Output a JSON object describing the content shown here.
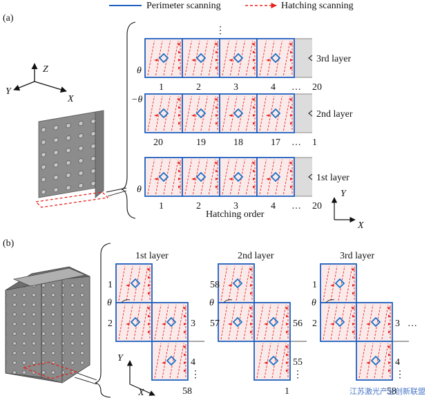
{
  "legend": {
    "perimeter": "Perimeter scanning",
    "hatching": "Hatching scanning"
  },
  "panel_a": {
    "label": "(a)",
    "axes3d": {
      "z": "Z",
      "y": "Y",
      "x": "X"
    },
    "axes2d": {
      "y": "Y",
      "x": "X"
    },
    "vdots": "⋮",
    "layers": [
      {
        "name": "3rd layer",
        "angle": "θ",
        "numbers": [
          "1",
          "2",
          "3",
          "4",
          "…",
          "20"
        ]
      },
      {
        "name": "2nd layer",
        "angle": "−θ",
        "numbers": [
          "20",
          "19",
          "18",
          "17",
          "…",
          "1"
        ]
      },
      {
        "name": "1st layer",
        "angle": "θ",
        "numbers": [
          "1",
          "2",
          "3",
          "4",
          "…",
          "20"
        ]
      }
    ],
    "hatching_order": "Hatching order"
  },
  "panel_b": {
    "label": "(b)",
    "axes2d": {
      "y": "Y",
      "x": "X"
    },
    "groups": [
      {
        "title": "1st layer",
        "angle": "θ",
        "n1": "1",
        "n2": "2",
        "n3": "3",
        "n4": "4",
        "nlast": "58",
        "vdots": "⋮"
      },
      {
        "title": "2nd layer",
        "angle": "θ",
        "n1": "58",
        "n2": "57",
        "n3": "56",
        "n4": "55",
        "nlast": "1",
        "vdots": "⋮"
      },
      {
        "title": "3rd layer",
        "angle": "θ",
        "n1": "1",
        "n2": "2",
        "n3": "3",
        "n4": "4",
        "nlast": "58",
        "vdots": "⋮",
        "ellipsis": "…"
      }
    ]
  },
  "watermark": "江苏激光产业创新联盟",
  "colors": {
    "perimeter": "#1f5fbf",
    "hatching": "#e8221b",
    "diamond": "#1a6fc4",
    "cell_fill": "#fbeaea",
    "panel_gray": "#dcdcdc",
    "part_gray": "#9a9a9a"
  }
}
